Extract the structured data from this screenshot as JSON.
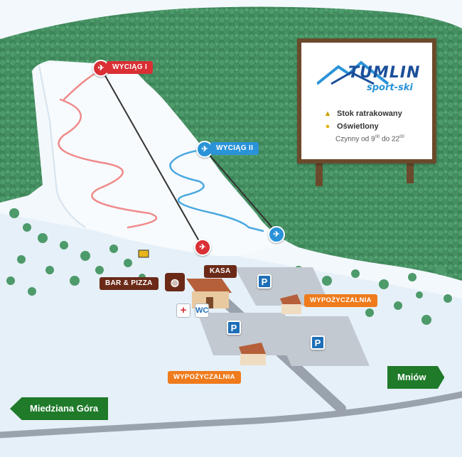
{
  "lifts": {
    "lift1_label": "WYCIĄG I",
    "lift2_label": "WYCIĄG II"
  },
  "facilities": {
    "bar_label": "BAR & PIZZA",
    "kasa_label": "KASA",
    "rental_label_1": "WYPOŻYCZALNIA",
    "rental_label_2": "WYPOŻYCZALNIA",
    "parking_symbol": "P",
    "first_aid_symbol": "+",
    "wc_symbol": "🚻"
  },
  "directions": {
    "right": "Mniów",
    "left": "Miedziana Góra"
  },
  "board": {
    "logo_main": "TUMLIN",
    "logo_sub": "sport-ski",
    "legend_groomed": "Stok ratrakowany",
    "legend_lit": "Oświetlony",
    "hours_prefix": "Czynny od 9",
    "hours_from_sup": "00",
    "hours_mid": " do 22",
    "hours_to_sup": "00"
  },
  "colors": {
    "forest": "#3f8a5e",
    "trail_red": "#f08a8a",
    "trail_blue": "#4aa8e0",
    "lift_red": "#d92f35",
    "lift_blue": "#2a93d8",
    "parking": "#1e6fb8",
    "rental": "#ef7b1c",
    "bar": "#6b2a18",
    "direction_sign": "#1f7a2a",
    "road": "#9aa3ad"
  }
}
